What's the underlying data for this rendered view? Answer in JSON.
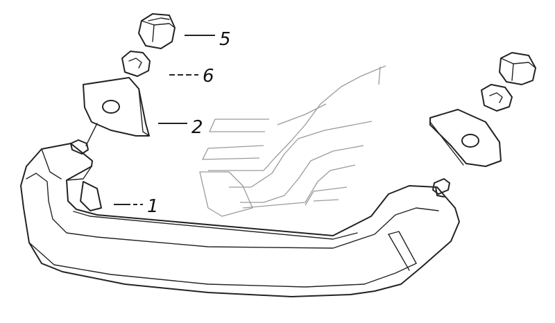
{
  "callouts": [
    {
      "id": "part-5",
      "label": "5"
    },
    {
      "id": "part-6",
      "label": "6"
    },
    {
      "id": "part-2",
      "label": "2"
    },
    {
      "id": "part-1",
      "label": "1"
    }
  ]
}
